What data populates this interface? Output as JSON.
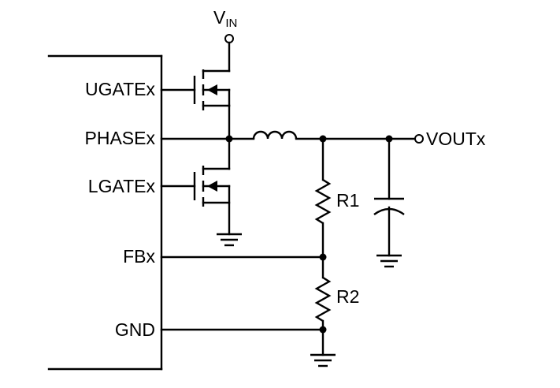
{
  "diagram": {
    "vin": {
      "main": "V",
      "sub": "IN"
    },
    "pins": {
      "ugate": "UGATEx",
      "phase": "PHASEx",
      "lgate": "LGATEx",
      "fb": "FBx",
      "gnd": "GND"
    },
    "output": "VOUTx",
    "resistors": {
      "r1": "R1",
      "r2": "R2"
    }
  }
}
